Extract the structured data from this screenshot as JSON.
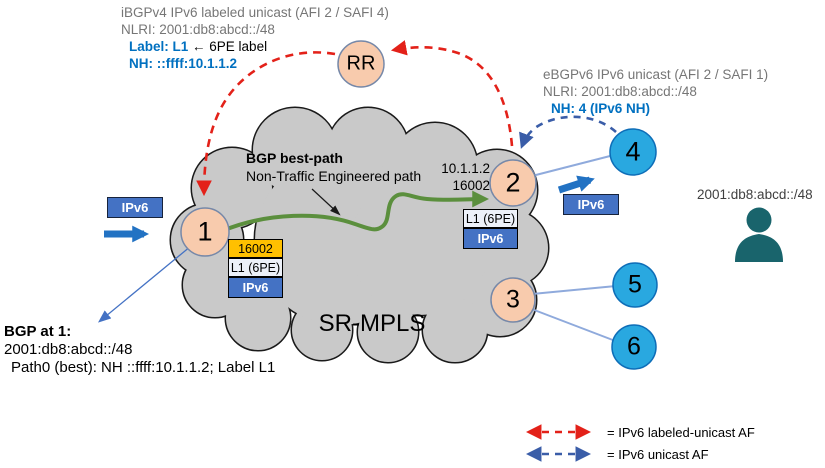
{
  "ibgp_annotation": {
    "line1": "iBGPv4 IPv6 labeled unicast (AFI 2 / SAFI 4)",
    "line2": "NLRI: 2001:db8:abcd::/48",
    "label_blue": "Label: L1",
    "label_note": "← 6PE label",
    "nh": "NH: ::ffff:10.1.1.2"
  },
  "ebgp_annotation": {
    "line1": "eBGPv6 IPv6 unicast (AFI 2 / SAFI 1)",
    "line2": "NLRI: 2001:db8:abcd::/48",
    "nh": "NH: 4 (IPv6 NH)"
  },
  "bestpath_annotation": {
    "title": "BGP best-path",
    "subtitle": "Non-Traffic Engineered path"
  },
  "node2_info": {
    "ip": "10.1.1.2",
    "sid": "16002"
  },
  "cloud_label": "SR-MPLS",
  "nodes": {
    "rr": "RR",
    "n1": "1",
    "n2": "2",
    "n3": "3",
    "n4": "4",
    "n5": "5",
    "n6": "6"
  },
  "node1_stack": [
    "16002",
    "L1 (6PE)",
    "IPv6"
  ],
  "node2_stack": [
    "L1 (6PE)",
    "IPv6"
  ],
  "flow": {
    "left_label": "IPv6",
    "right_label": "IPv6"
  },
  "bgp_at_1": {
    "title": "BGP at 1:",
    "prefix": "2001:db8:abcd::/48",
    "path": "Path0 (best): NH ::ffff:10.1.1.2; Label L1"
  },
  "host": {
    "prefix": "2001:db8:abcd::/48"
  },
  "legend": {
    "labeled_unicast": "=  IPv6 labeled-unicast AF",
    "unicast": "=  IPv6 unicast AF"
  },
  "colors": {
    "red_dashed": "#E32119",
    "blue_dashed": "#3A5DA8",
    "green_path": "#5B8F3D",
    "box_blue": "#4472C4",
    "box_orange": "#FFC000",
    "node_peach": "#F8CBAD",
    "node_blue": "#29A8E0",
    "cloud_gray": "#C9C9C9",
    "blue_text": "#0070C0",
    "person_teal": "#19646C"
  }
}
